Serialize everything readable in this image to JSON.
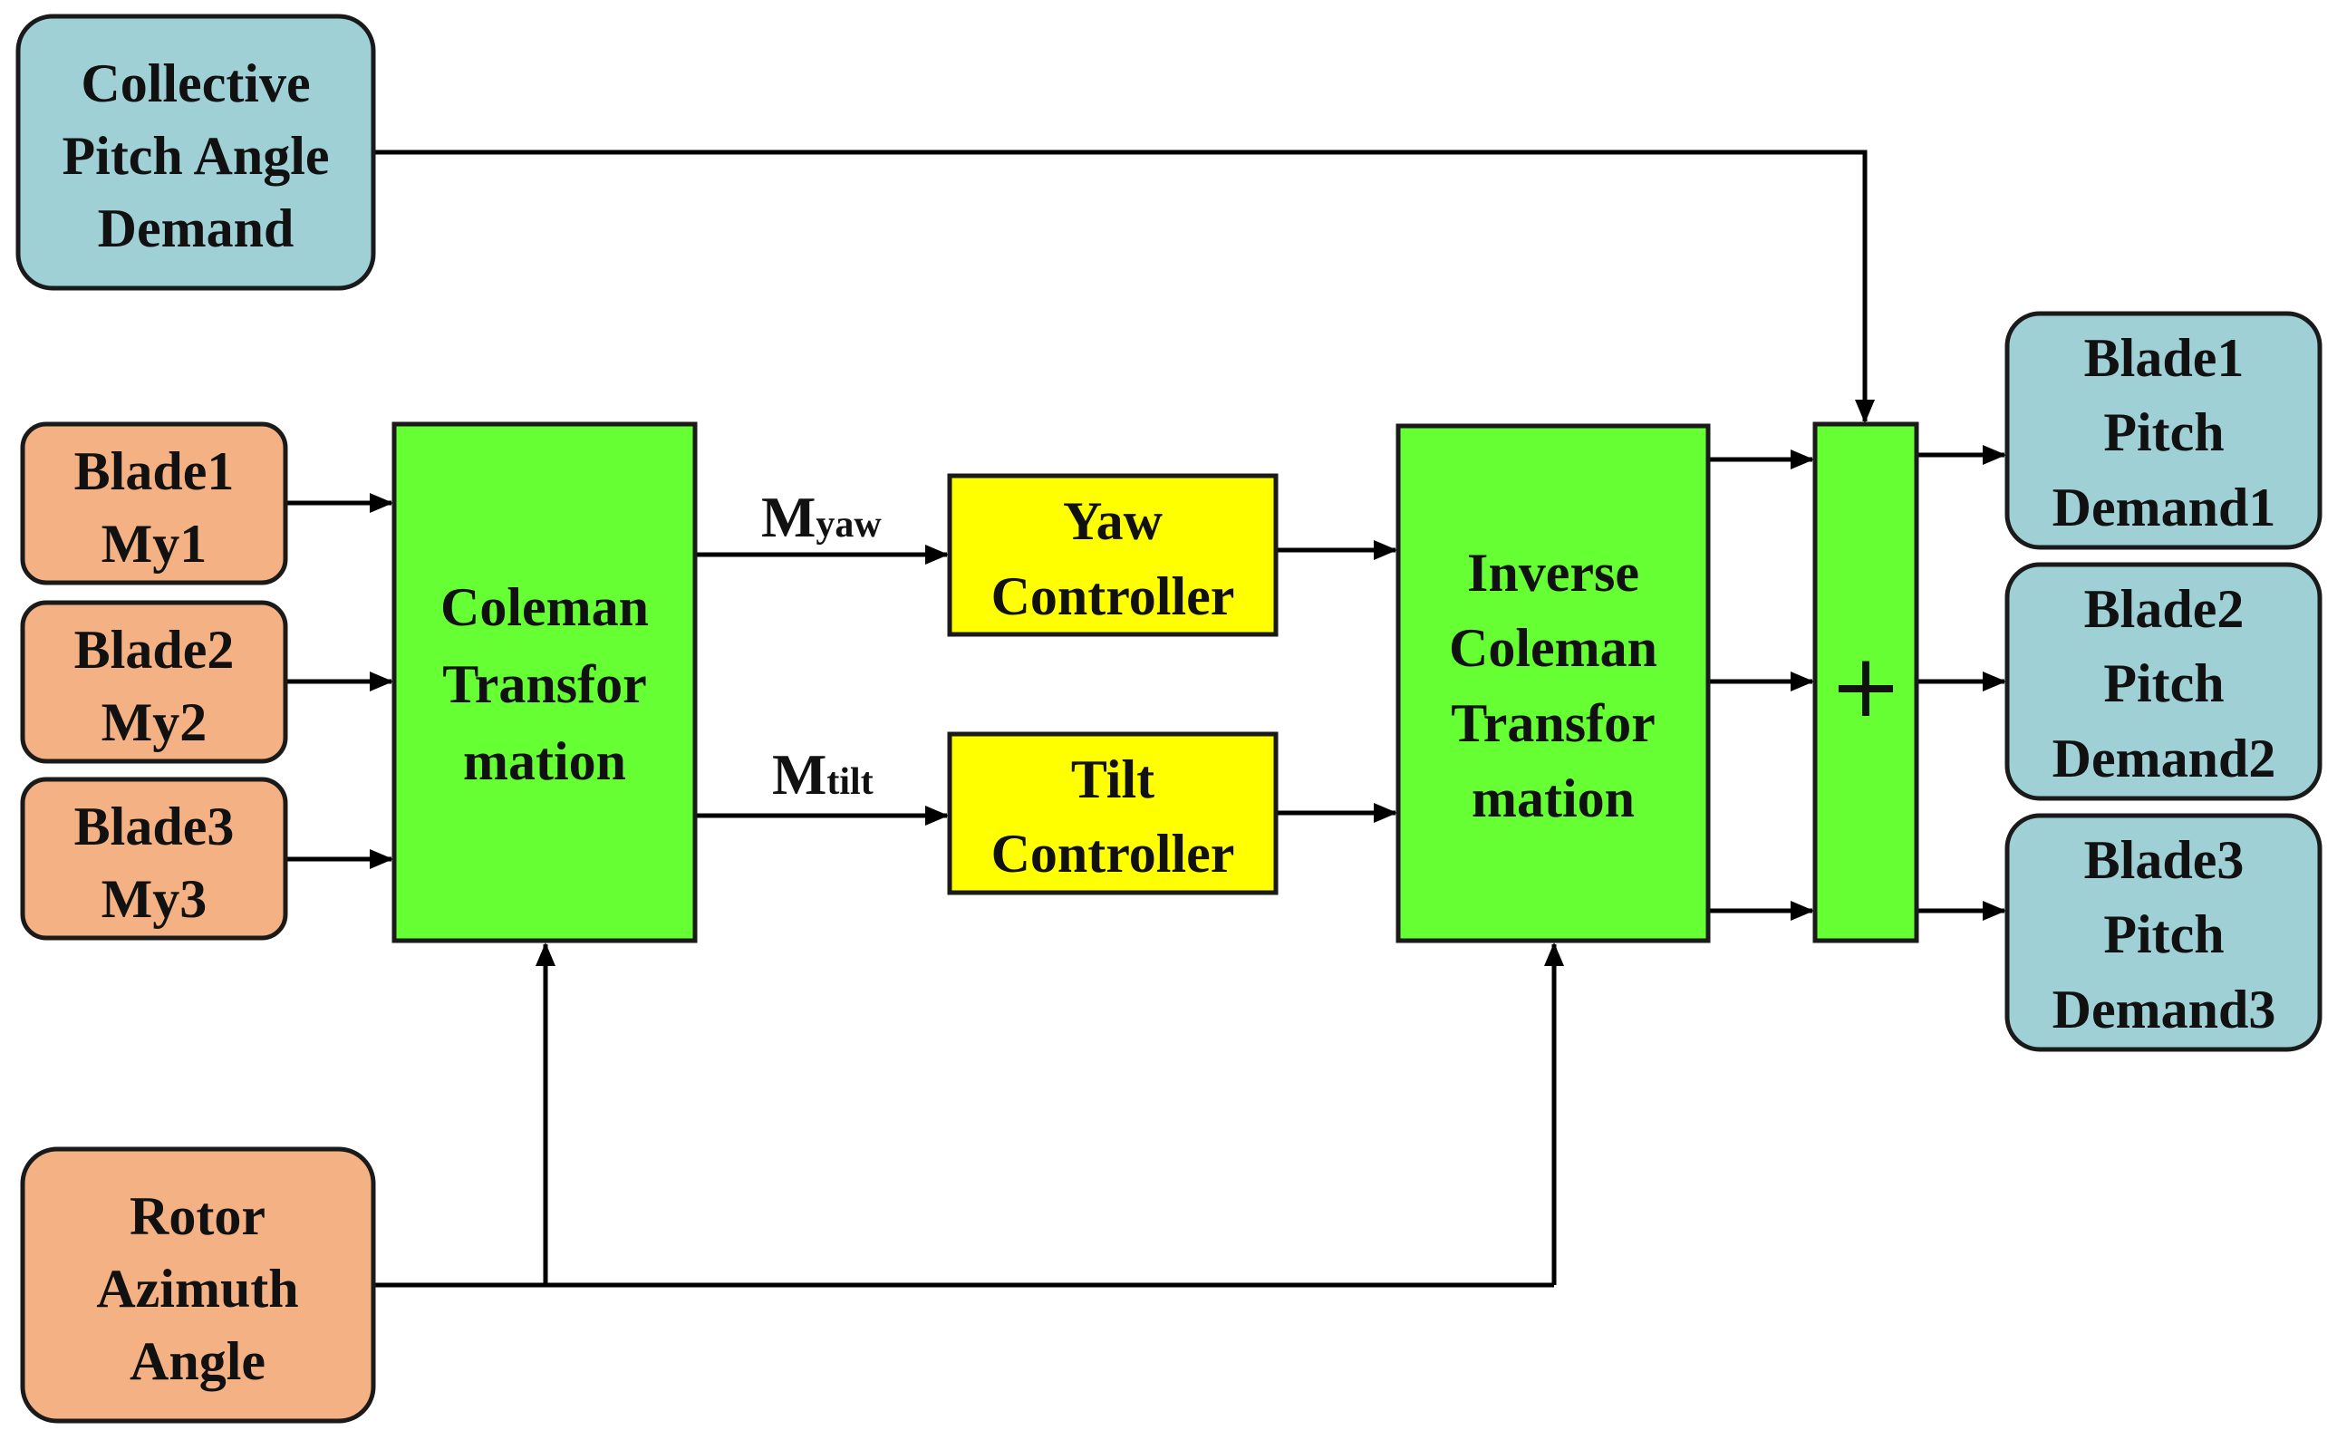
{
  "inputs": {
    "collective": [
      "Collective",
      "Pitch Angle",
      "Demand"
    ],
    "blade1": [
      "Blade1",
      "My1"
    ],
    "blade2": [
      "Blade2",
      "My2"
    ],
    "blade3": [
      "Blade3",
      "My3"
    ],
    "rotor": [
      "Rotor",
      "Azimuth",
      "Angle"
    ]
  },
  "blocks": {
    "coleman": [
      "Coleman",
      "Transfor",
      "mation"
    ],
    "yaw": [
      "Yaw",
      "Controller"
    ],
    "tilt": [
      "Tilt",
      "Controller"
    ],
    "inverse": [
      "Inverse",
      "Coleman",
      "Transfor",
      "mation"
    ],
    "sum": "+"
  },
  "signals": {
    "myaw": {
      "main": "M",
      "sub": "yaw"
    },
    "mtilt": {
      "main": "M",
      "sub": "tilt"
    }
  },
  "outputs": {
    "out1": [
      "Blade1",
      "Pitch",
      "Demand1"
    ],
    "out2": [
      "Blade2",
      "Pitch",
      "Demand2"
    ],
    "out3": [
      "Blade3",
      "Pitch",
      "Demand3"
    ]
  },
  "colors": {
    "cyan": "#9fd0d6",
    "orange": "#f4b183",
    "green": "#66ff33",
    "yellow": "#ffff00"
  }
}
